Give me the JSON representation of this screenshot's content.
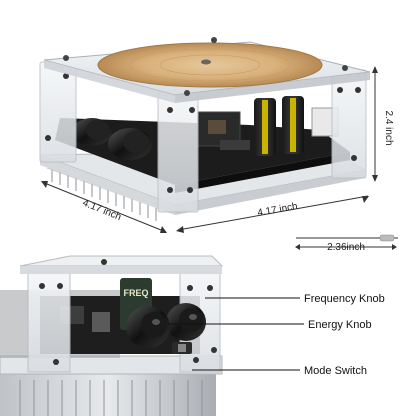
{
  "dimensions": {
    "height": "2.4 inch",
    "depth": "4.17 inch",
    "width": "4.17 inch",
    "needle": "2.36inch"
  },
  "callouts": {
    "frequency_knob": "Frequency Knob",
    "energy_knob": "Energy Knob",
    "mode_switch": "Mode Switch"
  },
  "board_label": "FREQ"
}
